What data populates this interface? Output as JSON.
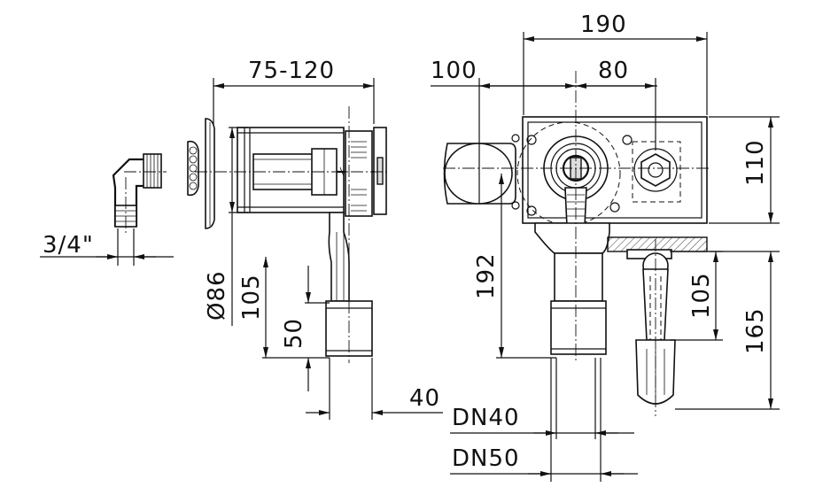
{
  "dimensions": {
    "d_3_4": "3/4\"",
    "d_75_120": "75-120",
    "d_86": "Ø86",
    "d_105_left": "105",
    "d_50": "50",
    "d_40": "40",
    "d_100": "100",
    "d_80": "80",
    "d_190": "190",
    "d_110": "110",
    "d_192": "192",
    "d_105_right": "105",
    "d_165": "165",
    "dn40": "DN40",
    "dn50": "DN50"
  }
}
